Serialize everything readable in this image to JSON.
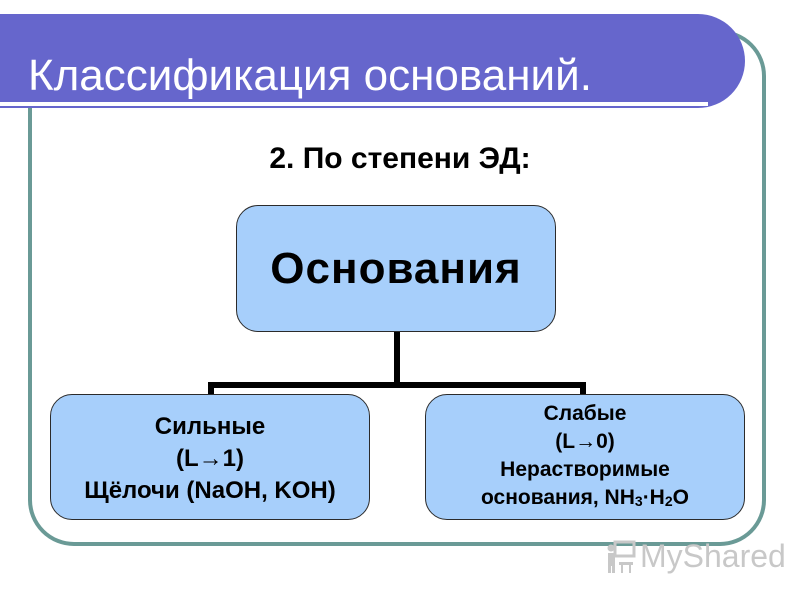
{
  "slide": {
    "title": "Классификация оснований.",
    "subtitle": "2. По степени ЭД:"
  },
  "diagram": {
    "root": {
      "label": "Основания"
    },
    "children": [
      {
        "name": "strong",
        "lines": [
          "Сильные",
          "(L→1)",
          "Щёлочи (NaOH, KOH)"
        ]
      },
      {
        "name": "weak",
        "lines": [
          "Слабые",
          "(L→0)",
          "Нерастворимые"
        ],
        "last_line_prefix": "основания, NH",
        "last_line_sub1": "3",
        "last_line_mid": "·H",
        "last_line_sub2": "2",
        "last_line_suffix": "O"
      }
    ]
  },
  "watermark": {
    "text": "MyShared",
    "icon": "teacher-at-board-icon"
  },
  "colors": {
    "title_bar": "#6666cc",
    "frame": "#6a9a96",
    "node_fill": "#a7cffb",
    "connector": "#000000"
  }
}
